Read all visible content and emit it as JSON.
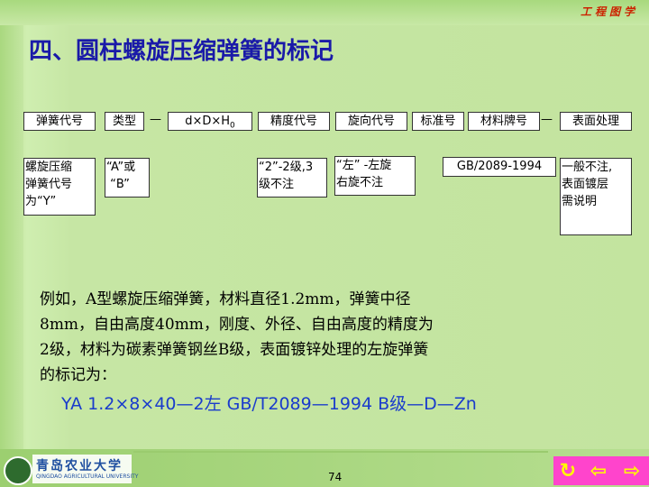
{
  "header": {
    "brand": "工程图学"
  },
  "slide": {
    "title": "四、圆柱螺旋压缩弹簧的标记",
    "fields": {
      "f1": "弹簧代号",
      "f2": "类型",
      "f3": "d×D×H",
      "f3_sub": "0",
      "f4": "精度代号",
      "f5": "旋向代号",
      "f6": "标准号",
      "f7": "材料牌号",
      "f8": "表面处理",
      "dash1": "—",
      "dash2": "—"
    },
    "descriptions": {
      "d1": "螺旋压缩\n弹簧代号\n为“Y”",
      "d2": "“A”或\n “B”",
      "d4": "“2”-2级,3\n级不注",
      "d5": "“左” -左旋\n右旋不注",
      "d7": "GB/2089-1994",
      "d8": "一般不注,\n表面镀层\n需说明"
    },
    "example": {
      "line1": "  例如，A型螺旋压缩弹簧，材料直径1.2mm，弹簧中径",
      "line2": "8mm，自由高度40mm，刚度、外径、自由高度的精度为",
      "line3": "2级，材料为碳素弹簧钢丝B级，表面镀锌处理的左旋弹簧",
      "line4": "的标记为："
    },
    "code": "YA  1.2×8×40—2左  GB/T2089—1994 B级—D—Zn"
  },
  "footer": {
    "logo_cn": "青岛农业大学",
    "logo_en": "QINGDAO AGRICULTURAL UNIVERSITY",
    "page_number": "74",
    "nav": {
      "return": "↻",
      "prev": "⇦",
      "next": "⇨"
    }
  }
}
